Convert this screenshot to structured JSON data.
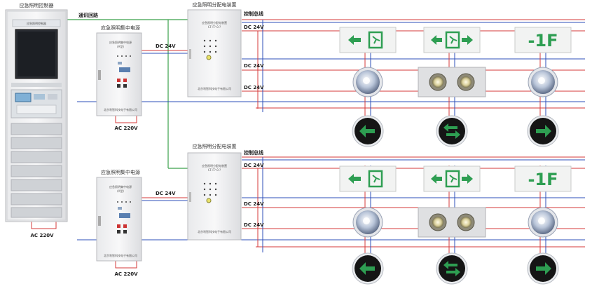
{
  "labels": {
    "controller_title": "应急照明控制器",
    "comm_loop": "通讯回路",
    "dist_box_title": "应急照明分配电装置",
    "control_bus": "控制总线",
    "power_title": "应急照明集中电源",
    "dc24": "DC 24V",
    "ac220": "AC 220V",
    "floor": "-1F",
    "controller_panel": "应急照明控制器",
    "power_panel_line1": "应急照明集中电源",
    "power_panel_line2": "(A型)",
    "dist_panel_line1": "应急照明分配电装置",
    "dist_panel_line2": "CF-F?-0.?",
    "dist_company": "北京利智科技电子有限公司",
    "power_company": "北京利智科技电子有限公司"
  },
  "colors": {
    "red": "#d63a3a",
    "blue": "#2d4fb8",
    "green": "#3aa04a",
    "cabinet": "#f1f2f3",
    "sign_green": "#2e9e52"
  }
}
